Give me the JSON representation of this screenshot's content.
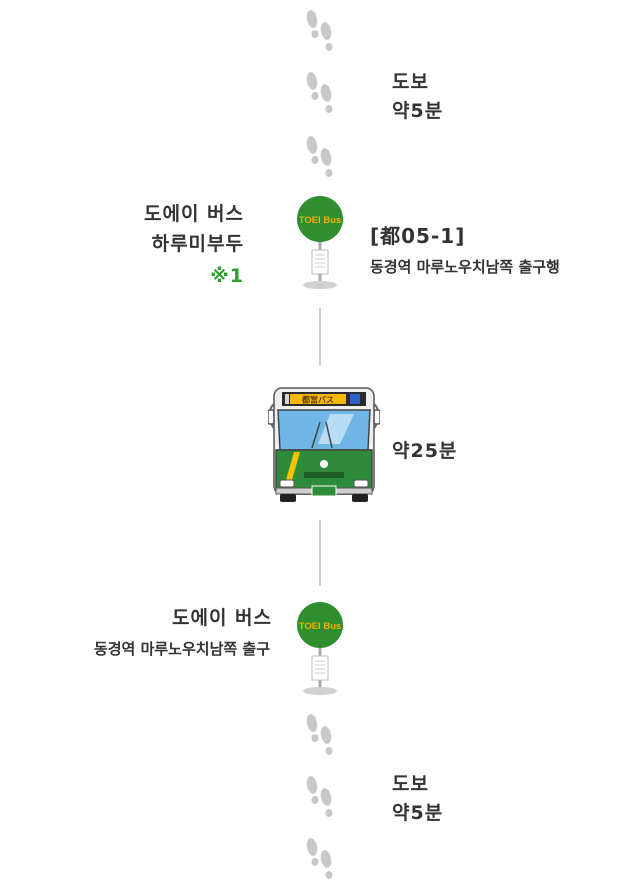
{
  "walk_top": {
    "label": "도보",
    "time": "약5분"
  },
  "departure": {
    "company": "도에이 버스",
    "stop_name": "하루미부두",
    "note": "※1",
    "route": "[都05-1]",
    "destination": "동경역 마루노우치남쪽 출구행"
  },
  "ride": {
    "time": "약25분"
  },
  "arrival": {
    "company": "도에이 버스",
    "stop_name": "동경역 마루노우치남쪽 출구"
  },
  "walk_bottom": {
    "label": "도보",
    "time": "약5분"
  },
  "stop_sign_text": "TOEI Bus",
  "bus_display": "都営バス",
  "colors": {
    "green": "#2f8f2f",
    "note_green": "#2aa12a",
    "sign_text": "#f0b000",
    "text": "#333333"
  },
  "icons": [
    "footprint-icon",
    "bus-stop-icon",
    "bus-icon"
  ]
}
